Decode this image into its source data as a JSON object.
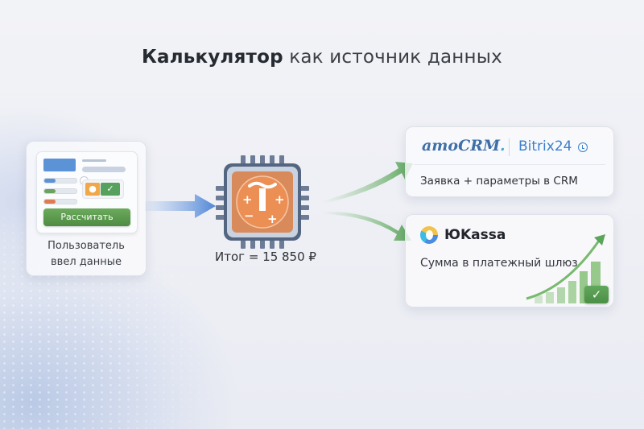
{
  "title": {
    "bold": "Калькулятор",
    "rest": " как источник данных"
  },
  "input_card": {
    "button_label": "Рассчитать",
    "caption_line1": "Пользователь",
    "caption_line2": "ввел данные",
    "icons": [
      "user-icon",
      "check-icon"
    ]
  },
  "processor": {
    "symbol": "₸",
    "ops": [
      "+",
      "+",
      "−",
      "+"
    ],
    "total_label": "Итог = 15 850 ₽"
  },
  "crm_card": {
    "logo_amo": "amoCRM",
    "logo_amo_dot": ".",
    "logo_bitrix": "Bitrix24",
    "text": "Заявка + параметры в CRM"
  },
  "payment_card": {
    "logo": "ЮKassa",
    "text": "Сумма в платежный шлюз",
    "check_icon": "✓"
  },
  "colors": {
    "accent_blue": "#5b93d6",
    "accent_green": "#56a15d",
    "accent_orange": "#e8884a",
    "chip_frame": "#5a6b86"
  }
}
